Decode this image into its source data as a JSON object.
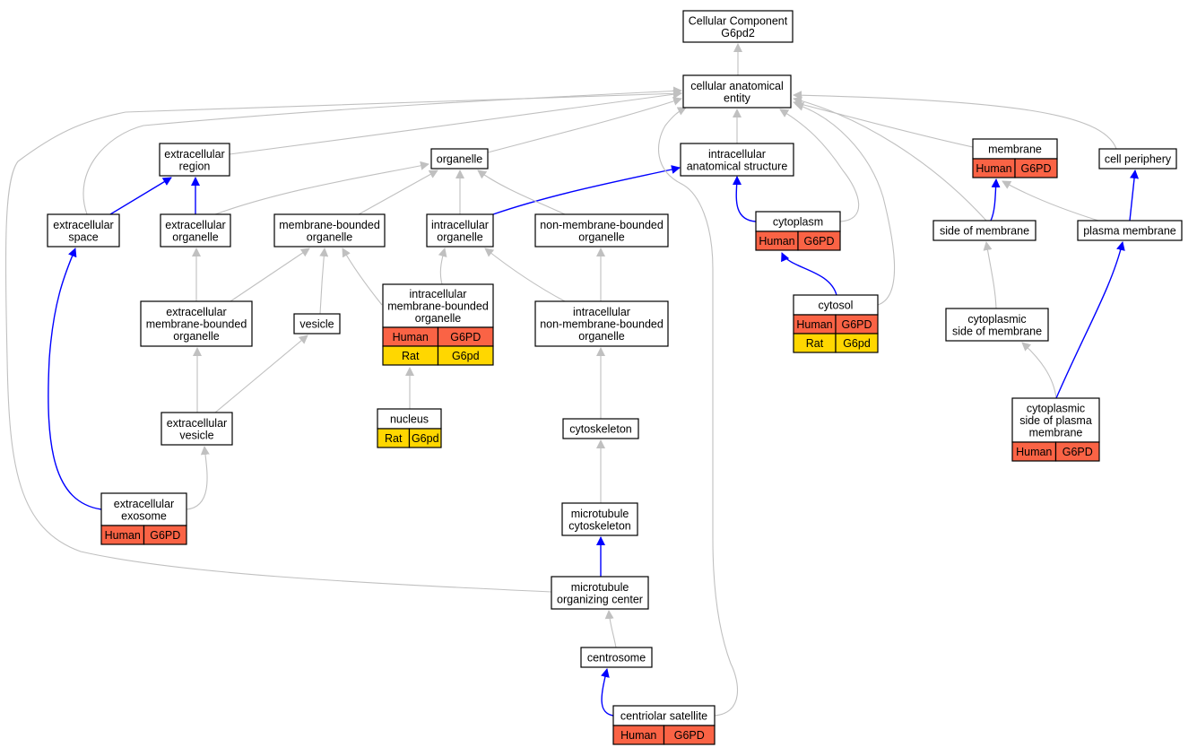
{
  "colors": {
    "is_a_edge": "#c0c0c0",
    "part_of_edge": "#0000ff",
    "human_tag": "#fa6345",
    "rat_tag": "#ffd700",
    "node_fill": "#ffffff",
    "node_border": "#000000"
  },
  "nodes": {
    "root": {
      "lines": [
        "Cellular Component",
        "G6pd2"
      ]
    },
    "cae": {
      "lines": [
        "cellular anatomical",
        "entity"
      ]
    },
    "ecr": {
      "lines": [
        "extracellular",
        "region"
      ]
    },
    "org": {
      "lines": [
        "organelle"
      ]
    },
    "ias": {
      "lines": [
        "intracellular",
        "anatomical structure"
      ]
    },
    "mem": {
      "lines": [
        "membrane"
      ],
      "tags": [
        [
          "Human",
          "G6PD"
        ]
      ]
    },
    "cp": {
      "lines": [
        "cell periphery"
      ]
    },
    "ecs": {
      "lines": [
        "extracellular",
        "space"
      ]
    },
    "eco": {
      "lines": [
        "extracellular",
        "organelle"
      ]
    },
    "mbo": {
      "lines": [
        "membrane-bounded",
        "organelle"
      ]
    },
    "io": {
      "lines": [
        "intracellular",
        "organelle"
      ]
    },
    "nmbo": {
      "lines": [
        "non-membrane-bounded",
        "organelle"
      ]
    },
    "cyto": {
      "lines": [
        "cytoplasm"
      ],
      "tags": [
        [
          "Human",
          "G6PD"
        ]
      ]
    },
    "som": {
      "lines": [
        "side of membrane"
      ]
    },
    "pm": {
      "lines": [
        "plasma membrane"
      ]
    },
    "embo": {
      "lines": [
        "extracellular",
        "membrane-bounded",
        "organelle"
      ]
    },
    "ves": {
      "lines": [
        "vesicle"
      ]
    },
    "imbo": {
      "lines": [
        "intracellular",
        "membrane-bounded",
        "organelle"
      ],
      "tags": [
        [
          "Human",
          "G6PD"
        ],
        [
          "Rat",
          "G6pd"
        ]
      ]
    },
    "inmbo": {
      "lines": [
        "intracellular",
        "non-membrane-bounded",
        "organelle"
      ]
    },
    "cytosol": {
      "lines": [
        "cytosol"
      ],
      "tags": [
        [
          "Human",
          "G6PD"
        ],
        [
          "Rat",
          "G6pd"
        ]
      ]
    },
    "csom": {
      "lines": [
        "cytoplasmic",
        "side of membrane"
      ]
    },
    "cspm": {
      "lines": [
        "cytoplasmic",
        "side of plasma",
        "membrane"
      ],
      "tags": [
        [
          "Human",
          "G6PD"
        ]
      ]
    },
    "ecv": {
      "lines": [
        "extracellular",
        "vesicle"
      ]
    },
    "nuc": {
      "lines": [
        "nucleus"
      ],
      "tags": [
        [
          "Rat",
          "G6pd"
        ]
      ]
    },
    "csk": {
      "lines": [
        "cytoskeleton"
      ]
    },
    "exo": {
      "lines": [
        "extracellular",
        "exosome"
      ],
      "tags": [
        [
          "Human",
          "G6PD"
        ]
      ]
    },
    "mtc": {
      "lines": [
        "microtubule",
        "cytoskeleton"
      ]
    },
    "mtoc": {
      "lines": [
        "microtubule",
        "organizing center"
      ]
    },
    "cent": {
      "lines": [
        "centrosome"
      ]
    },
    "csat": {
      "lines": [
        "centriolar satellite"
      ],
      "tags": [
        [
          "Human",
          "G6PD"
        ]
      ]
    }
  },
  "edges": [
    {
      "from": "cae",
      "to": "root",
      "type": "is_a"
    },
    {
      "from": "ecr",
      "to": "cae",
      "type": "is_a"
    },
    {
      "from": "org",
      "to": "cae",
      "type": "is_a"
    },
    {
      "from": "ias",
      "to": "cae",
      "type": "is_a"
    },
    {
      "from": "mem",
      "to": "cae",
      "type": "is_a"
    },
    {
      "from": "cp",
      "to": "cae",
      "type": "is_a"
    },
    {
      "from": "ecs",
      "to": "cae",
      "type": "is_a"
    },
    {
      "from": "ecs",
      "to": "ecr",
      "type": "part_of"
    },
    {
      "from": "eco",
      "to": "ecr",
      "type": "part_of"
    },
    {
      "from": "eco",
      "to": "org",
      "type": "is_a"
    },
    {
      "from": "mbo",
      "to": "org",
      "type": "is_a"
    },
    {
      "from": "io",
      "to": "org",
      "type": "is_a"
    },
    {
      "from": "io",
      "to": "ias",
      "type": "part_of"
    },
    {
      "from": "nmbo",
      "to": "org",
      "type": "is_a"
    },
    {
      "from": "cyto",
      "to": "ias",
      "type": "part_of"
    },
    {
      "from": "cyto",
      "to": "cae",
      "type": "is_a"
    },
    {
      "from": "som",
      "to": "mem",
      "type": "part_of"
    },
    {
      "from": "som",
      "to": "cae",
      "type": "is_a"
    },
    {
      "from": "pm",
      "to": "mem",
      "type": "is_a"
    },
    {
      "from": "pm",
      "to": "cp",
      "type": "part_of"
    },
    {
      "from": "embo",
      "to": "eco",
      "type": "is_a"
    },
    {
      "from": "embo",
      "to": "mbo",
      "type": "is_a"
    },
    {
      "from": "ves",
      "to": "mbo",
      "type": "is_a"
    },
    {
      "from": "imbo",
      "to": "mbo",
      "type": "is_a"
    },
    {
      "from": "imbo",
      "to": "io",
      "type": "is_a"
    },
    {
      "from": "inmbo",
      "to": "io",
      "type": "is_a"
    },
    {
      "from": "inmbo",
      "to": "nmbo",
      "type": "is_a"
    },
    {
      "from": "cytosol",
      "to": "cyto",
      "type": "part_of"
    },
    {
      "from": "cytosol",
      "to": "cae",
      "type": "is_a"
    },
    {
      "from": "csom",
      "to": "som",
      "type": "is_a"
    },
    {
      "from": "cspm",
      "to": "csom",
      "type": "is_a"
    },
    {
      "from": "cspm",
      "to": "pm",
      "type": "part_of"
    },
    {
      "from": "ecv",
      "to": "embo",
      "type": "is_a"
    },
    {
      "from": "ecv",
      "to": "ves",
      "type": "is_a"
    },
    {
      "from": "nuc",
      "to": "imbo",
      "type": "is_a"
    },
    {
      "from": "csk",
      "to": "inmbo",
      "type": "is_a"
    },
    {
      "from": "exo",
      "to": "ecv",
      "type": "is_a"
    },
    {
      "from": "exo",
      "to": "ecs",
      "type": "part_of"
    },
    {
      "from": "mtc",
      "to": "csk",
      "type": "is_a"
    },
    {
      "from": "mtoc",
      "to": "mtc",
      "type": "part_of"
    },
    {
      "from": "mtoc",
      "to": "cae",
      "type": "is_a"
    },
    {
      "from": "cent",
      "to": "mtoc",
      "type": "is_a"
    },
    {
      "from": "csat",
      "to": "cent",
      "type": "part_of"
    },
    {
      "from": "csat",
      "to": "cae",
      "type": "is_a"
    }
  ]
}
